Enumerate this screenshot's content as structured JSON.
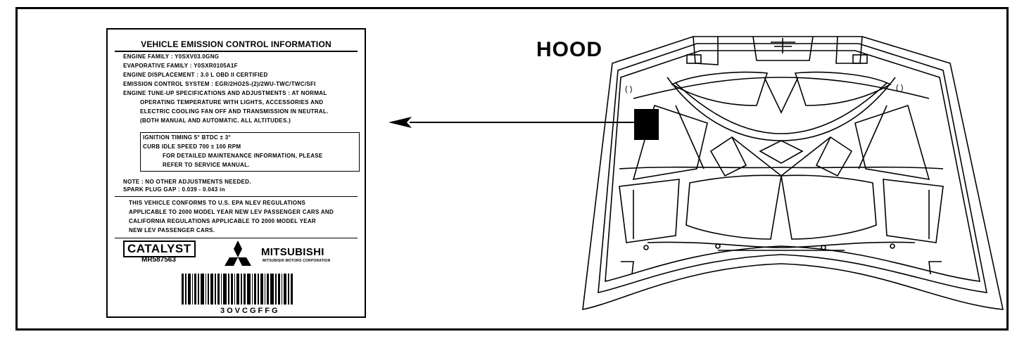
{
  "label": {
    "title": "VEHICLE EMISSION CONTROL INFORMATION",
    "lines": [
      "ENGINE FAMILY : Y0SXV03.0GNG",
      "EVAPORATIVE FAMILY : Y0SXR0105A1F",
      "ENGINE DISPLACEMENT : 3.0 L  OBD II CERTIFIED",
      "EMISSION CONTROL SYSTEM : EGR/2HO2S-(2)/2WU-TWC/TWC/SFI",
      "ENGINE TUNE-UP SPECIFICATIONS AND ADJUSTMENTS : AT NORMAL",
      "OPERATING TEMPERATURE WITH LIGHTS, ACCESSORIES AND",
      "ELECTRIC COOLING FAN OFF AND TRANSMISSION IN NEUTRAL.",
      "(BOTH MANUAL AND AUTOMATIC. ALL ALTITUDES.)"
    ],
    "box_lines": [
      "IGNITION TIMING  5° BTDC ± 3°",
      "CURB IDLE SPEED  700 ± 100 RPM",
      "FOR DETAILED MAINTENANCE INFORMATION, PLEASE",
      "REFER TO SERVICE MANUAL."
    ],
    "note_lines": [
      "NOTE  :  NO OTHER ADJUSTMENTS NEEDED.",
      "SPARK PLUG GAP  :  0.039 - 0.043 in"
    ],
    "conform_lines": [
      "THIS VEHICLE CONFORMS TO U.S. EPA NLEV REGULATIONS",
      "APPLICABLE TO 2000 MODEL YEAR NEW LEV PASSENGER CARS AND",
      "CALIFORNIA REGULATIONS APPLICABLE TO 2000 MODEL YEAR",
      "NEW LEV PASSENGER CARS."
    ],
    "catalyst": "CATALYST",
    "part_number": "MR587563",
    "brand": "MITSUBISHI",
    "brand_sub": "MITSUBISHI MOTORS CORPORATION",
    "barcode_text": "3OVCGFFG"
  },
  "hood": {
    "title": "HOOD"
  }
}
